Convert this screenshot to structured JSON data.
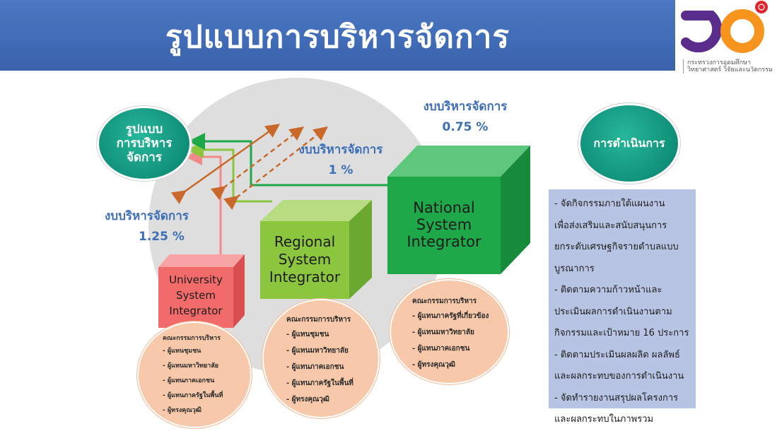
{
  "header": {
    "title": "รูปแบบการบริหารจัดการ"
  },
  "logo": {
    "icon": "ministry-logo-icon",
    "line1": "กระทรวงการอุดมศึกษา",
    "line2": "วิทยาศาสตร์ วิจัยและนวัตกรรม",
    "colors": {
      "purple": "#5a2d8c",
      "orange": "#f7941d",
      "red": "#e2262f"
    }
  },
  "management_model": {
    "line1": "รูปแบบ",
    "line2": "การบริหาร",
    "line3": "จัดการ"
  },
  "operations": {
    "label": "การดำเนินการ"
  },
  "budgets": {
    "national": {
      "label": "งบบริหารจัดการ",
      "value": "0.75 %"
    },
    "regional": {
      "label": "งบบริหารจัดการ",
      "value": "1 %"
    },
    "university": {
      "label": "งบบริหารจัดการ",
      "value": "1.25 %"
    }
  },
  "integrators": {
    "national": {
      "line1": "National",
      "line2": "System",
      "line3": "Integrator",
      "color": "#1ea84a"
    },
    "regional": {
      "line1": "Regional",
      "line2": "System",
      "line3": "Integrator",
      "color": "#8cc63f"
    },
    "university": {
      "line1": "University",
      "line2": "System",
      "line3": "Integrator",
      "color": "#f26b6b"
    }
  },
  "committees": {
    "national": {
      "title": "คณะกรรมการบริหาร",
      "items": [
        "- ผู้แทนภาครัฐที่เกี่ยวข้อง",
        "- ผู้แทนมหาวิทยาลัย",
        "- ผู้แทนภาคเอกชน",
        "- ผู้ทรงคุณวุฒิ"
      ]
    },
    "regional": {
      "title": "คณะกรรมการบริหาร",
      "items": [
        "- ผู้แทนชุมชน",
        "- ผู้แทนมหาวิทยาลัย",
        "- ผู้แทนภาคเอกชน",
        "- ผู้แทนภาครัฐในพื้นที่",
        "- ผู้ทรงคุณวุฒิ"
      ]
    },
    "university": {
      "title": "คณะกรรมการบริหาร",
      "items": [
        "- ผู้แทนชุมชน",
        "- ผู้แทนมหาวิทยาลัย",
        "- ผู้แทนภาคเอกชน",
        "- ผู้แทนภาครัฐในพื้นที่",
        "- ผู้ทรงคุณวุฒิ"
      ]
    }
  },
  "operations_details": {
    "lines": [
      "- จัดกิจกรรมภายใต้แผนงาน",
      "เพื่อส่งเสริมและสนับสนุนการ",
      "ยกระดับเศรษฐกิจรายตำบลแบบ",
      "บูรณาการ",
      "- ติดตามความก้าวหน้าและ",
      "ประเมินผลการดำเนินงานตาม",
      "กิจกรรมและเป้าหมาย 16 ประการ",
      "- ติดตามประเมินผลผลิต ผลลัพธ์",
      "และผลกระทบของการดำเนินงาน",
      "- จัดทำรายงานสรุปผลโครงการ",
      "และผลกระทบในภาพรวม"
    ]
  }
}
